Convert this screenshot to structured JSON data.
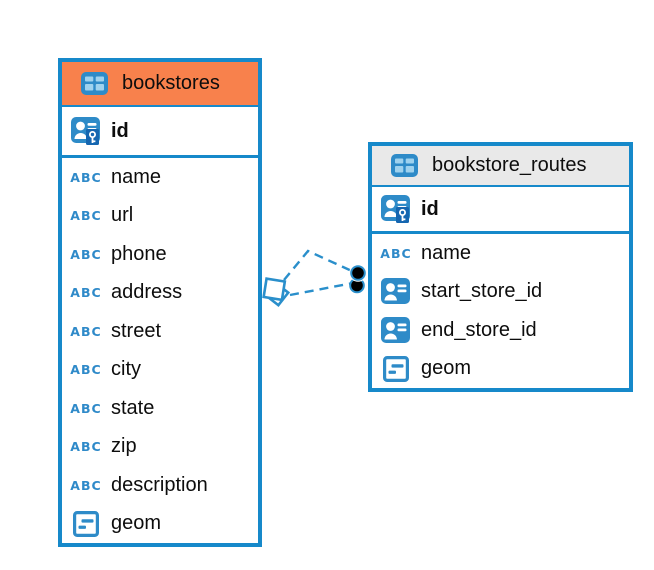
{
  "icons": {
    "text_type_label": "ABC"
  },
  "colors": {
    "accent_blue": "#1689ca",
    "icon_blue": "#2e8bc8",
    "icon_cell_light_blue": "#9fd2ee",
    "key_box_blue": "#1566b0",
    "orange_header": "#f8814c",
    "gray_header": "#e9e9e9",
    "relationship_line_blue": "#2a8fcb",
    "endpoint_dot_black": "#000000",
    "background": "#ffffff"
  },
  "tables": [
    {
      "title": "bookstores",
      "primary_key": "id",
      "columns": [
        "name",
        "url",
        "phone",
        "address",
        "street",
        "city",
        "state",
        "zip",
        "description",
        "geom"
      ]
    },
    {
      "title": "bookstore_routes",
      "primary_key": "id",
      "columns": [
        "name",
        "start_store_id",
        "end_store_id",
        "geom"
      ]
    }
  ],
  "relationship": {
    "from": "bookstores",
    "to": "bookstore_routes",
    "style": "dashed",
    "line_count": 2,
    "left_endpoint": "diamond",
    "right_endpoint": "dots"
  }
}
